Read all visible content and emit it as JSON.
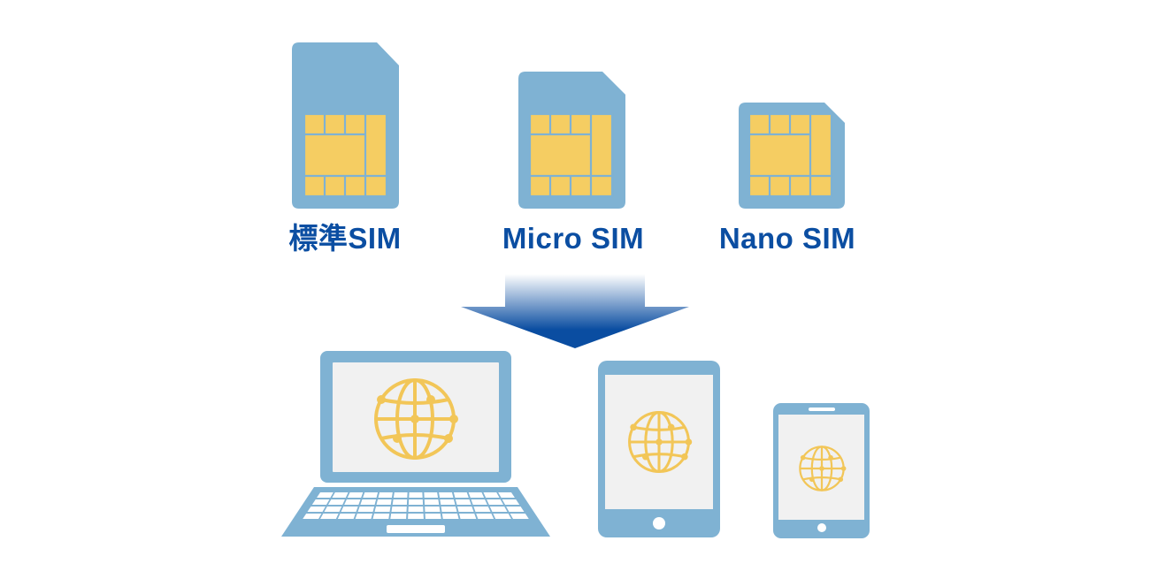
{
  "sims": [
    {
      "label": "標準SIM"
    },
    {
      "label": "Micro SIM"
    },
    {
      "label": "Nano SIM"
    }
  ],
  "devices": [
    {
      "icon": "laptop-icon"
    },
    {
      "icon": "tablet-icon"
    },
    {
      "icon": "smartphone-icon"
    }
  ],
  "colors": {
    "sim_body": "#7fb2d3",
    "chip": "#f5cd62",
    "label": "#0b4ea2",
    "arrow_top": "#ffffff",
    "arrow_bottom": "#0a4da1",
    "screen": "#f1f1f1",
    "globe": "#f2c658"
  }
}
